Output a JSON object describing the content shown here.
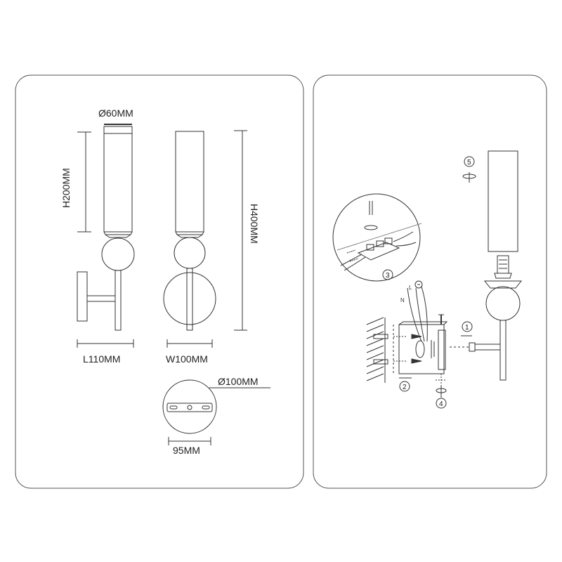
{
  "dimensions": {
    "shade_diameter": "Ø60MM",
    "shade_height": "H200MM",
    "total_height": "H400MM",
    "length": "L110MM",
    "width": "W100MM",
    "base_diameter": "Ø100MM",
    "mount_spacing": "95MM"
  },
  "assembly": {
    "steps": [
      "1",
      "2",
      "3",
      "4",
      "5"
    ],
    "wire_labels": {
      "live": "L",
      "neutral": "N"
    }
  }
}
